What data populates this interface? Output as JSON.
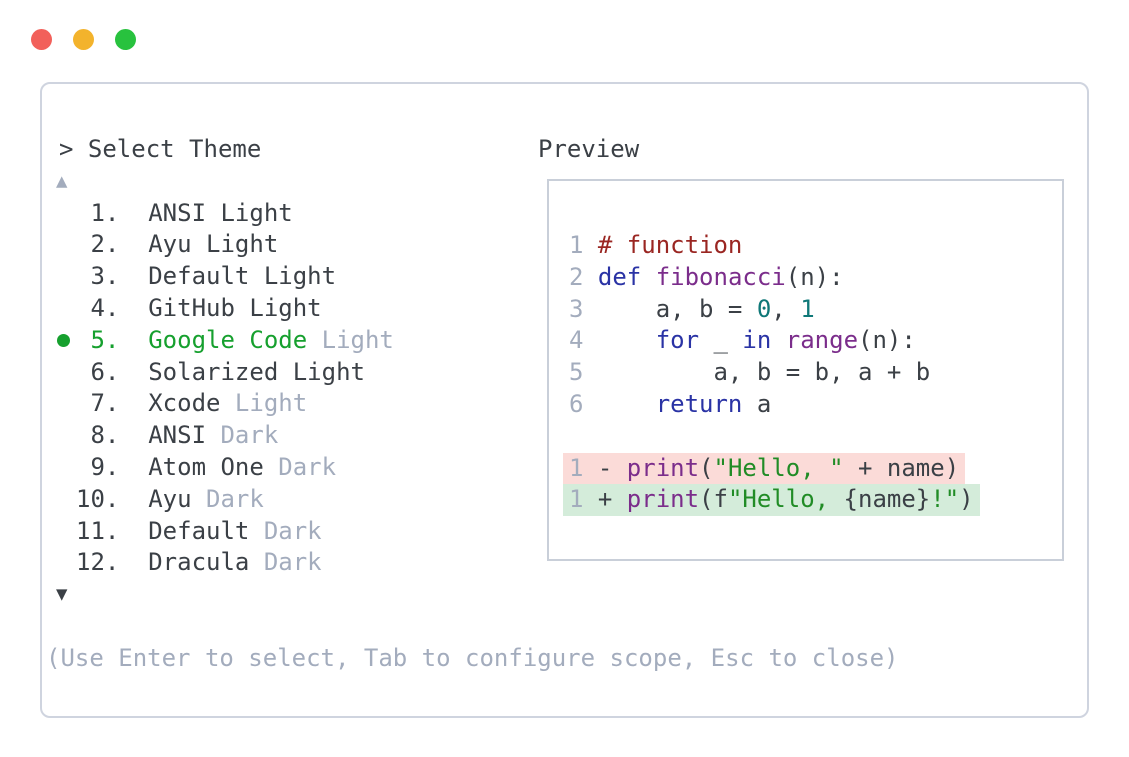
{
  "window": {
    "buttons": {
      "close": "close",
      "minimize": "minimize",
      "zoom": "zoom"
    }
  },
  "colors": {
    "accent_green": "#16a02e",
    "muted": "#a3acbd",
    "text": "#3b4046",
    "diff_removed_bg": "#fbdbd8",
    "diff_added_bg": "#d4ecda",
    "traffic_red": "#f2605a",
    "traffic_yellow": "#f3b32c",
    "traffic_green": "#28c23e",
    "token_comment": "#9a2622",
    "token_keyword": "#2a33a5",
    "token_function": "#7b2d8b",
    "token_number": "#0f7878",
    "token_string": "#218c26"
  },
  "theme_picker": {
    "title": "> Select Theme",
    "scroll_up_icon": "▲",
    "scroll_down_icon": "▼",
    "items": [
      {
        "number": " 1.",
        "name": "ANSI Light",
        "suffix": "",
        "selected": false
      },
      {
        "number": " 2.",
        "name": "Ayu Light",
        "suffix": "",
        "selected": false
      },
      {
        "number": " 3.",
        "name": "Default Light",
        "suffix": "",
        "selected": false
      },
      {
        "number": " 4.",
        "name": "GitHub Light",
        "suffix": "",
        "selected": false
      },
      {
        "number": " 5.",
        "name": "Google Code",
        "suffix": "Light",
        "selected": true
      },
      {
        "number": " 6.",
        "name": "Solarized Light",
        "suffix": "",
        "selected": false
      },
      {
        "number": " 7.",
        "name": "Xcode",
        "suffix": "Light",
        "selected": false
      },
      {
        "number": " 8.",
        "name": "ANSI",
        "suffix": "Dark",
        "selected": false
      },
      {
        "number": " 9.",
        "name": "Atom One",
        "suffix": "Dark",
        "selected": false
      },
      {
        "number": "10.",
        "name": "Ayu",
        "suffix": "Dark",
        "selected": false
      },
      {
        "number": "11.",
        "name": "Default",
        "suffix": "Dark",
        "selected": false
      },
      {
        "number": "12.",
        "name": "Dracula",
        "suffix": "Dark",
        "selected": false
      }
    ],
    "help": "(Use Enter to select, Tab to configure scope, Esc to close)"
  },
  "preview": {
    "label": "Preview",
    "code_lines": [
      {
        "num": "1",
        "tokens": [
          {
            "type": "comment",
            "text": "# function"
          }
        ]
      },
      {
        "num": "2",
        "tokens": [
          {
            "type": "keyword",
            "text": "def"
          },
          {
            "type": "plain",
            "text": " "
          },
          {
            "type": "function",
            "text": "fibonacci"
          },
          {
            "type": "plain",
            "text": "(n):"
          }
        ]
      },
      {
        "num": "3",
        "tokens": [
          {
            "type": "plain",
            "text": "    a, b = "
          },
          {
            "type": "number",
            "text": "0"
          },
          {
            "type": "plain",
            "text": ", "
          },
          {
            "type": "number",
            "text": "1"
          }
        ]
      },
      {
        "num": "4",
        "tokens": [
          {
            "type": "plain",
            "text": "    "
          },
          {
            "type": "keyword",
            "text": "for"
          },
          {
            "type": "plain",
            "text": " _ "
          },
          {
            "type": "keyword",
            "text": "in"
          },
          {
            "type": "plain",
            "text": " "
          },
          {
            "type": "function",
            "text": "range"
          },
          {
            "type": "plain",
            "text": "(n):"
          }
        ]
      },
      {
        "num": "5",
        "tokens": [
          {
            "type": "plain",
            "text": "        a, b = b, a + b"
          }
        ]
      },
      {
        "num": "6",
        "tokens": [
          {
            "type": "plain",
            "text": "    "
          },
          {
            "type": "keyword",
            "text": "return"
          },
          {
            "type": "plain",
            "text": " a"
          }
        ]
      }
    ],
    "diff_lines": [
      {
        "num": "1",
        "kind": "removed",
        "tokens": [
          {
            "type": "plain",
            "text": "- "
          },
          {
            "type": "function",
            "text": "print"
          },
          {
            "type": "plain",
            "text": "("
          },
          {
            "type": "string",
            "text": "\"Hello, \""
          },
          {
            "type": "plain",
            "text": " + name)"
          }
        ]
      },
      {
        "num": "1",
        "kind": "added",
        "tokens": [
          {
            "type": "plain",
            "text": "+ "
          },
          {
            "type": "function",
            "text": "print"
          },
          {
            "type": "plain",
            "text": "(f"
          },
          {
            "type": "string",
            "text": "\"Hello, "
          },
          {
            "type": "plain",
            "text": "{name}"
          },
          {
            "type": "string",
            "text": "!\""
          },
          {
            "type": "plain",
            "text": ")"
          }
        ]
      }
    ]
  }
}
